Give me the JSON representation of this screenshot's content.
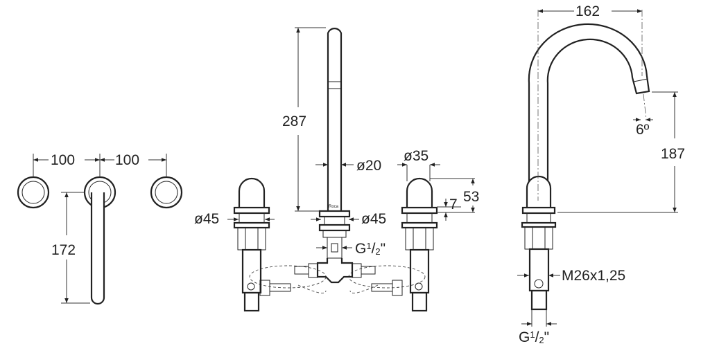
{
  "brand_mark": "Roca",
  "top_view": {
    "spacing_left": "100",
    "spacing_right": "100",
    "lever_length": "172"
  },
  "front_view": {
    "spout_height": "287",
    "spout_diameter": "ø20",
    "handle_cap_diameter": "ø35",
    "handle_height": "53",
    "flange_thickness": "7",
    "handle_base_diameter": "ø45",
    "spout_base_diameter": "ø45",
    "inlet_thread": {
      "main": "G",
      "sup": "1",
      "slash": "/",
      "sub": "2",
      "mark": "\""
    }
  },
  "side_view": {
    "spout_reach": "162",
    "spout_angle": "6º",
    "spout_clearance": "187",
    "mount_thread": "M26x1,25",
    "inlet_thread": {
      "main": "G",
      "sup": "1",
      "slash": "/",
      "sub": "2",
      "mark": "\""
    }
  }
}
